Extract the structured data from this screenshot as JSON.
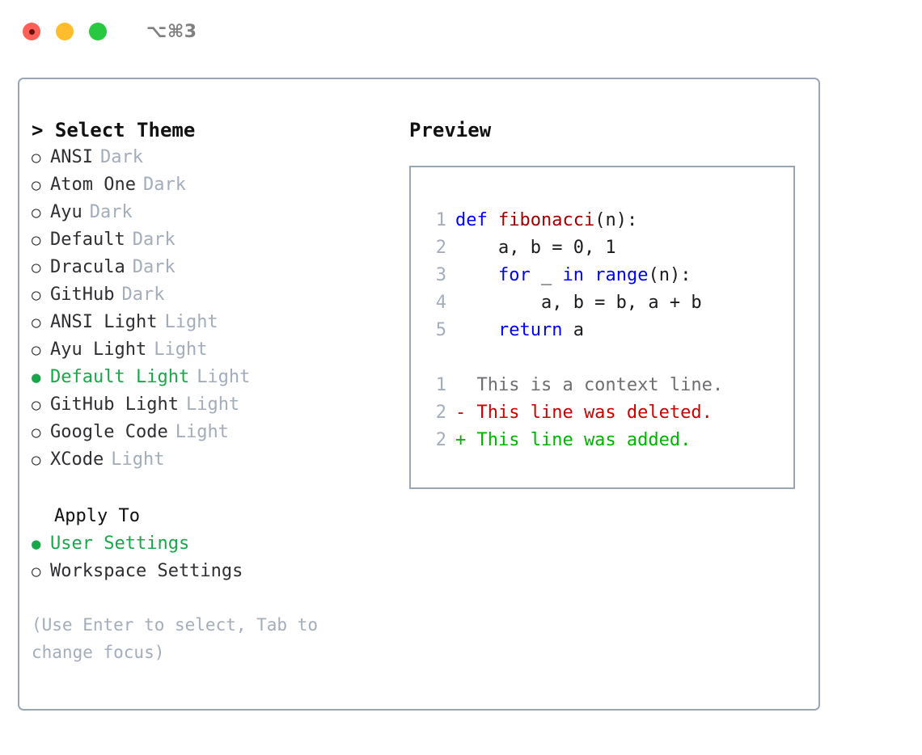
{
  "window": {
    "shortcut": "⌥⌘3",
    "traffic_lights": [
      {
        "name": "close",
        "color": "#ff5f57"
      },
      {
        "name": "minimize",
        "color": "#ffbd2e"
      },
      {
        "name": "maximize",
        "color": "#28c840"
      }
    ]
  },
  "theme_picker": {
    "header": "> Select Theme",
    "options": [
      {
        "bullet": "○",
        "label": "ANSI",
        "tag": "Dark",
        "selected": false
      },
      {
        "bullet": "○",
        "label": "Atom One",
        "tag": "Dark",
        "selected": false
      },
      {
        "bullet": "○",
        "label": "Ayu",
        "tag": "Dark",
        "selected": false
      },
      {
        "bullet": "○",
        "label": "Default",
        "tag": "Dark",
        "selected": false
      },
      {
        "bullet": "○",
        "label": "Dracula",
        "tag": "Dark",
        "selected": false
      },
      {
        "bullet": "○",
        "label": "GitHub",
        "tag": "Dark",
        "selected": false
      },
      {
        "bullet": "○",
        "label": "ANSI Light",
        "tag": "Light",
        "selected": false
      },
      {
        "bullet": "○",
        "label": "Ayu Light",
        "tag": "Light",
        "selected": false
      },
      {
        "bullet": "●",
        "label": "Default Light",
        "tag": "Light",
        "selected": true
      },
      {
        "bullet": "○",
        "label": "GitHub Light",
        "tag": "Light",
        "selected": false
      },
      {
        "bullet": "○",
        "label": "Google Code",
        "tag": "Light",
        "selected": false
      },
      {
        "bullet": "○",
        "label": "XCode",
        "tag": "Light",
        "selected": false
      }
    ]
  },
  "apply_to": {
    "header": "Apply To",
    "options": [
      {
        "bullet": "●",
        "label": "User Settings",
        "selected": true
      },
      {
        "bullet": "○",
        "label": "Workspace Settings",
        "selected": false
      }
    ]
  },
  "hint": "(Use Enter to select, Tab to change focus)",
  "preview": {
    "title": "Preview",
    "code_lines": [
      {
        "num": "1",
        "tokens": [
          {
            "text": "def ",
            "style": "kw"
          },
          {
            "text": "fibonacci",
            "style": "fn"
          },
          {
            "text": "(n):",
            "style": "plain"
          }
        ]
      },
      {
        "num": "2",
        "tokens": [
          {
            "text": "    a, b = 0, 1",
            "style": "plain"
          }
        ]
      },
      {
        "num": "3",
        "tokens": [
          {
            "text": "    ",
            "style": "plain"
          },
          {
            "text": "for",
            "style": "kw"
          },
          {
            "text": " _ ",
            "style": "plain"
          },
          {
            "text": "in range",
            "style": "kw"
          },
          {
            "text": "(n):",
            "style": "plain"
          }
        ]
      },
      {
        "num": "4",
        "tokens": [
          {
            "text": "        a, b = b, a + b",
            "style": "plain"
          }
        ]
      },
      {
        "num": "5",
        "tokens": [
          {
            "text": "    ",
            "style": "plain"
          },
          {
            "text": "return",
            "style": "kw"
          },
          {
            "text": " a",
            "style": "plain"
          }
        ]
      }
    ],
    "diff_lines": [
      {
        "num": "1",
        "tokens": [
          {
            "text": "  This is a context line.",
            "style": "ctx"
          }
        ]
      },
      {
        "num": "2",
        "tokens": [
          {
            "text": "- This line was deleted.",
            "style": "del"
          }
        ]
      },
      {
        "num": "2",
        "tokens": [
          {
            "text": "+ This line was added.",
            "style": "add"
          }
        ]
      }
    ]
  },
  "colors": {
    "accent_green": "#18a84a",
    "muted": "#a3adbb",
    "border": "#9aa5b5",
    "keyword_blue": "#0000ff",
    "function_red": "#a00000",
    "diff_delete": "#cc0000",
    "diff_add": "#00b300"
  }
}
